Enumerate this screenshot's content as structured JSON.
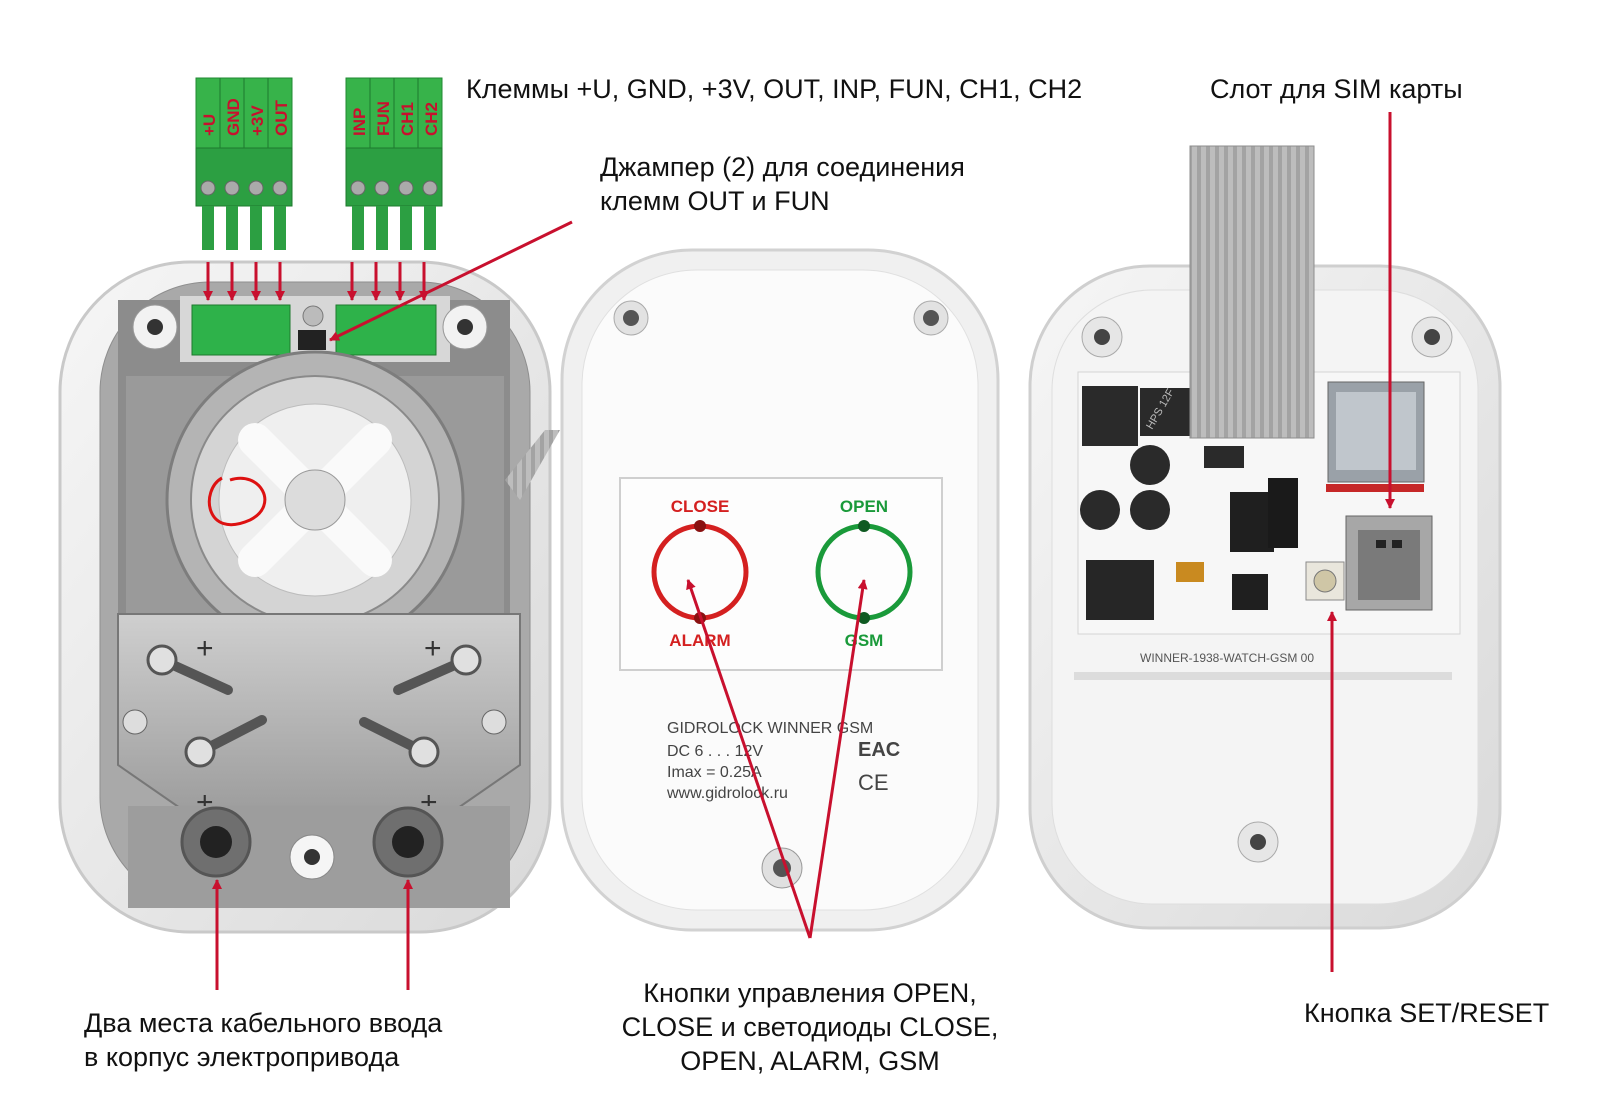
{
  "annotations": {
    "terminals": "Клеммы +U, GND, +3V, OUT, INP, FUN,  CH1, CH2",
    "jumper_line1": "Джампер (2) для соединения",
    "jumper_line2": "клемм OUT и FUN",
    "sim_slot": "Слот для SIM карты",
    "cable_line1": "Два места кабельного ввода",
    "cable_line2": "в корпус  электропривода",
    "buttons_line1": "Кнопки управления OPEN,",
    "buttons_line2": "CLOSE и светодиоды CLOSE,",
    "buttons_line3": "OPEN, ALARM, GSM",
    "set_reset": "Кнопка SET/RESET"
  },
  "terminal_labels": {
    "left_block": [
      "+U",
      "GND",
      "+3V",
      "OUT"
    ],
    "right_block": [
      "INP",
      "FUN",
      "CH1",
      "CH2"
    ]
  },
  "panel": {
    "close_label": "CLOSE",
    "open_label": "OPEN",
    "alarm_label": "ALARM",
    "gsm_label": "GSM",
    "info_line1": "GIDROLOCK WINNER GSM",
    "info_line2": "DC 6 . . . 12V",
    "info_line3": "Imax = 0.25A",
    "info_line4": "www.gidrolock.ru",
    "mark_eac": "EAC",
    "mark_ce": "CE"
  },
  "pcb_marking": "WINNER-1938-WATCH-GSM  00",
  "relay_marking": "HPS 12F",
  "colors": {
    "arrow": "#c8102e",
    "terminal_green": "#2eb24a",
    "close_red": "#d42020",
    "open_green": "#1a9a3a",
    "housing": "#e9e9e9"
  }
}
